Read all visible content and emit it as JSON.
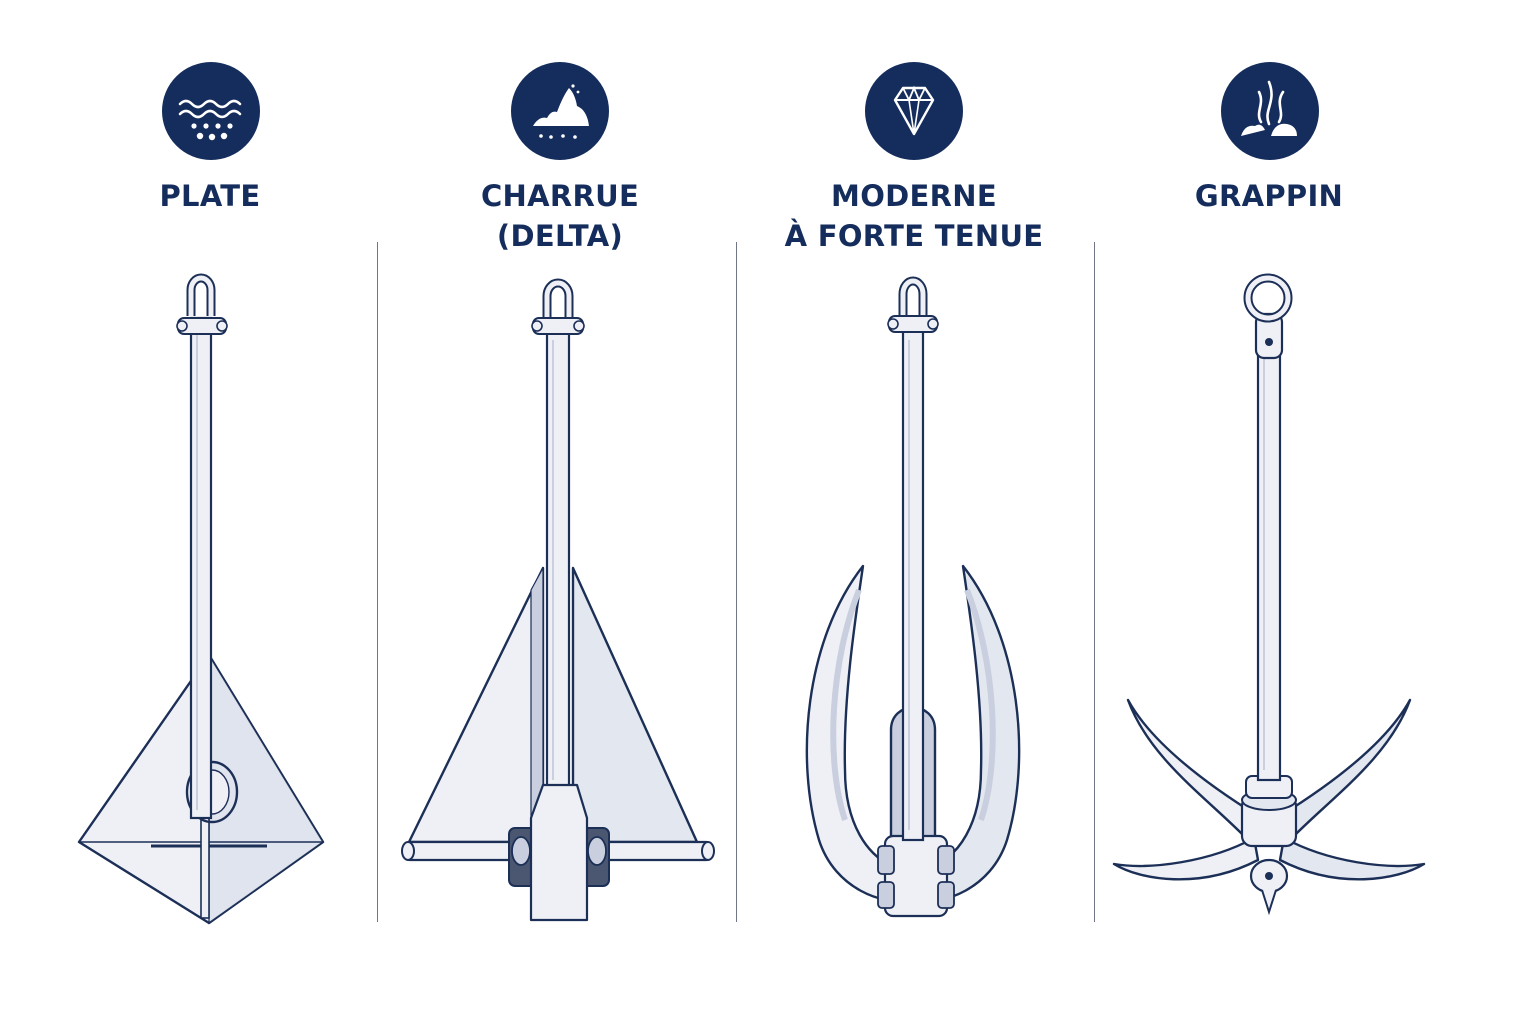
{
  "anchors": [
    {
      "key": "plate",
      "lines": [
        "PLATE"
      ],
      "icon": "sand-waves-icon"
    },
    {
      "key": "charrue",
      "lines": [
        "CHARRUE",
        "(DELTA)"
      ],
      "icon": "mud-mound-icon"
    },
    {
      "key": "moderne",
      "lines": [
        "MODERNE",
        "À FORTE TENUE"
      ],
      "icon": "diamond-icon"
    },
    {
      "key": "grappin",
      "lines": [
        "GRAPPIN"
      ],
      "icon": "rock-seaweed-icon"
    }
  ],
  "colors": {
    "navy": "#152d5c",
    "outline": "#1c2f57",
    "metal": "#eef0f6",
    "metal_shade": "#c9cfde",
    "divider": "#6f7787"
  }
}
